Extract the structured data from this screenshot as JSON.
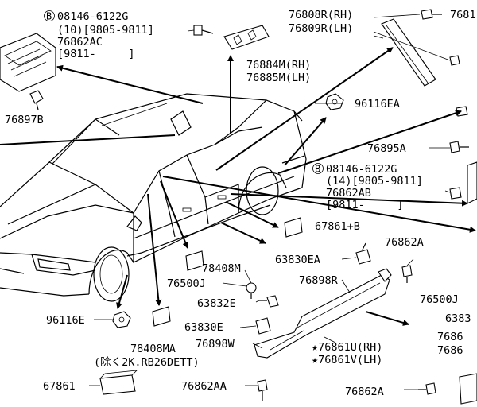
{
  "labels": {
    "p08146_6122g_top": "08146-6122G",
    "p08146_top_note": "(10)[9805-9811]",
    "p76862ac": "76862AC",
    "p76862ac_range": "[9811-     ]",
    "p76897b": "76897B",
    "p76884m": "76884M(RH)",
    "p76885m": "76885M(LH)",
    "p76808r": "76808R(RH)",
    "p76809r": "76809R(LH)",
    "p7681_cut": "7681",
    "p96116ea": "96116EA",
    "p76895a": "76895A",
    "p08146_6122g_mid": "08146-6122G",
    "p08146_mid_note": "(14)[9805-9811]",
    "p76862ab": "76862AB",
    "p76862ab_range": "[9811-     ]",
    "p67861b": "67861+B",
    "p76862a_top": "76862A",
    "p63830ea": "63830EA",
    "p78408m": "78408M",
    "p76898r": "76898R",
    "p76500j_left": "76500J",
    "p76500j_right_cut": "76500J",
    "p63832e": "63832E",
    "p96116e": "96116E",
    "p63830e": "63830E",
    "p76898w": "76898W",
    "p78408ma": "78408MA",
    "p_note_excl": "(除く2K.RB26DETT)",
    "p76861u": "★76861U(RH)",
    "p76861v": "★76861V(LH)",
    "p67861": "67861",
    "p76862aa": "76862AA",
    "p76862a_bottom": "76862A",
    "p_cut_6383": "6383",
    "p_cut_7686a": "7686",
    "p_cut_7686b": "7686"
  },
  "callouts": {
    "b_top": "B",
    "b_mid": "B"
  }
}
